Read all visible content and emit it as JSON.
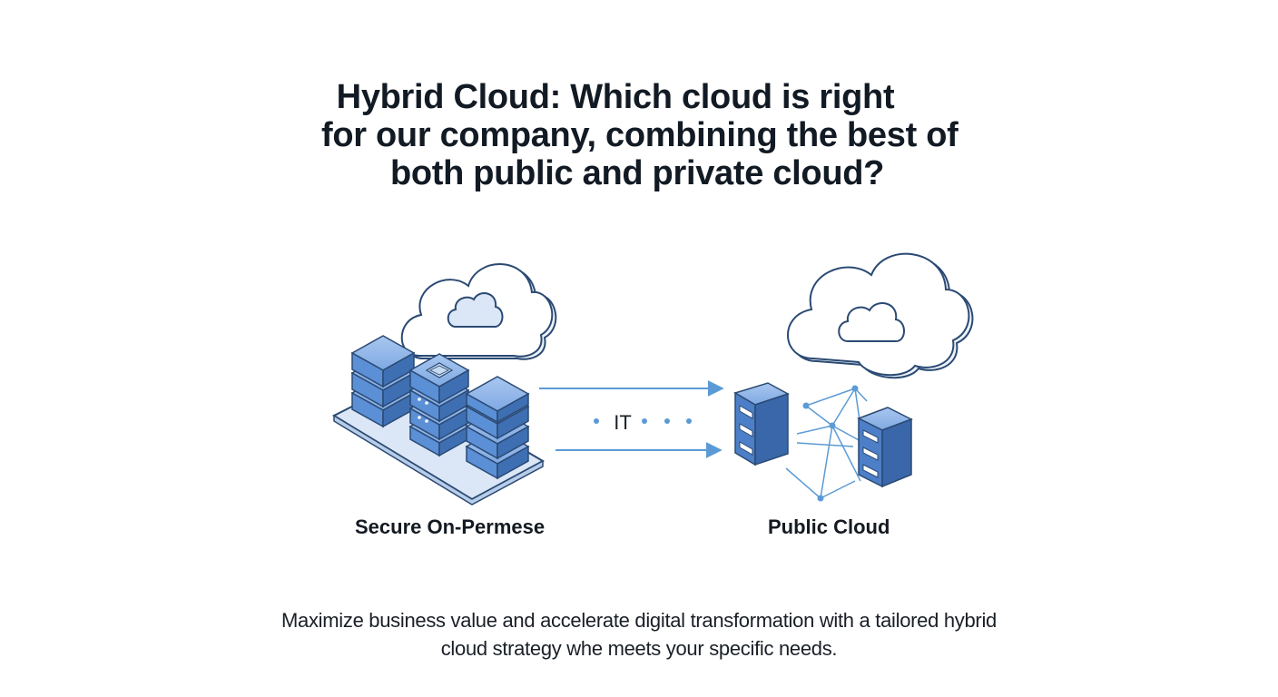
{
  "title": {
    "line1": "Hybrid Cloud: Which cloud is right",
    "line2": "for our company, combining the best of",
    "line3": "both public and private cloud?"
  },
  "diagram": {
    "connector_label": "IT",
    "left_label": "Secure On-Permese",
    "right_label": "Public Cloud"
  },
  "footer": {
    "line1": "Maximize business value and accelerate digital transformation with a tailored hybrid",
    "line2": "cloud strategy whe meets your specific needs."
  },
  "colors": {
    "server_blue": "#5b8fd6",
    "server_dark": "#2f5e9e",
    "outline": "#2b4a73",
    "arrow": "#5b9bd5",
    "platform": "#dbe7f7"
  }
}
